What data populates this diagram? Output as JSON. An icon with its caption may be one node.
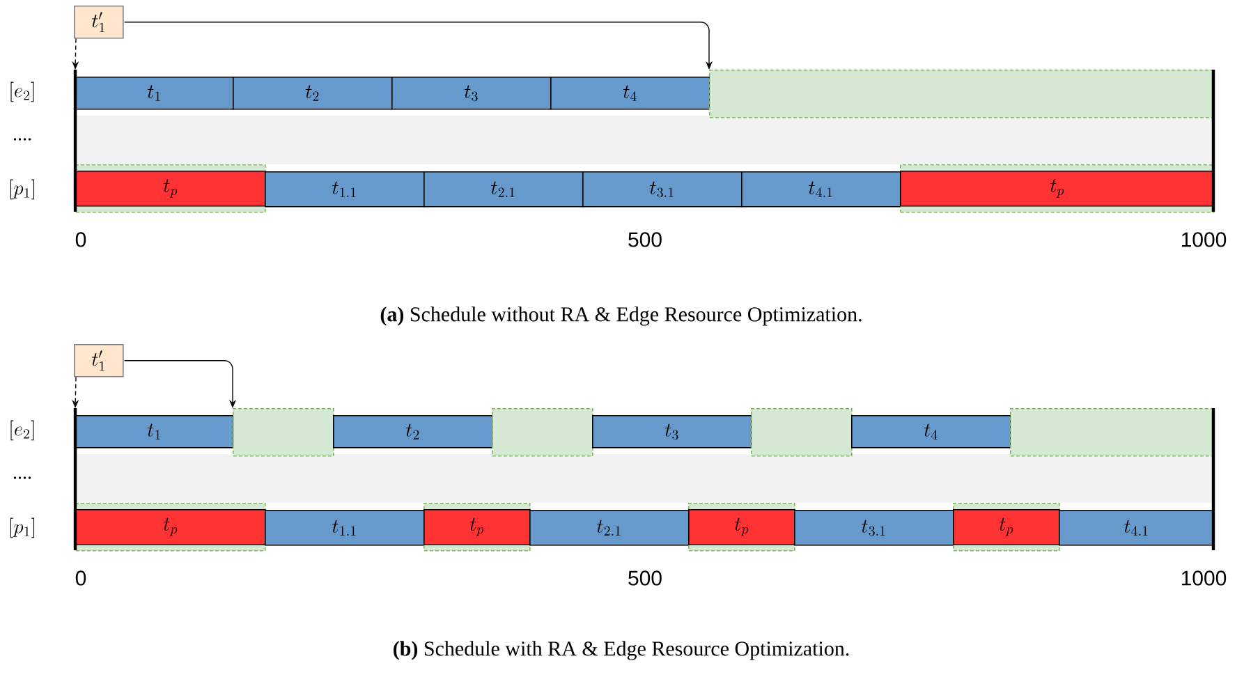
{
  "diagram": {
    "nodes": [
      {
        "text": [
          "t'_{1}"
        ]
      },
      {
        "text": [
          "t_{1}"
        ]
      },
      {
        "text": [
          "t_{2}"
        ]
      },
      {
        "text": [
          "t_{3}"
        ]
      },
      {
        "text": [
          "t_{4}"
        ]
      },
      {
        "text": [],
        "shape": "box"
      },
      {
        "text": [],
        "shape": "box"
      },
      {
        "text": [
          "t_{p}"
        ],
        "in": 6
      },
      {
        "text": [
          "t_{1.1}"
        ]
      },
      {
        "text": [
          "t_{2.1}"
        ]
      },
      {
        "text": [
          "t_{3.1}"
        ]
      },
      {
        "text": [
          "t_{4.1}"
        ]
      },
      {
        "text": [],
        "shape": "box"
      },
      {
        "text": [
          "t_{p}"
        ],
        "in": 12
      },
      {
        "text": [
          "t'_{1}"
        ]
      },
      {
        "text": [
          "t_{1}"
        ]
      },
      {
        "text": [],
        "shape": "box"
      },
      {
        "text": [
          "t_{2}"
        ]
      },
      {
        "text": [],
        "shape": "box"
      },
      {
        "text": [
          "t_{3}"
        ]
      },
      {
        "text": [],
        "shape": "box"
      },
      {
        "text": [
          "t_{4}"
        ]
      },
      {
        "text": [],
        "shape": "box"
      },
      {
        "text": [],
        "shape": "box"
      },
      {
        "text": [
          "t_{p}"
        ],
        "in": 23
      },
      {
        "text": [
          "t_{1.1}"
        ]
      },
      {
        "text": [],
        "shape": "box"
      },
      {
        "text": [
          "t_{p}"
        ],
        "in": 26
      },
      {
        "text": [
          "t_{2.1}"
        ]
      },
      {
        "text": [],
        "shape": "box"
      },
      {
        "text": [
          "t_{p}"
        ],
        "in": 29
      },
      {
        "text": [
          "t_{3.1}"
        ]
      },
      {
        "text": [],
        "shape": "box"
      },
      {
        "text": [
          "t_{p}"
        ],
        "in": 32
      },
      {
        "text": [
          "t_{4.1}"
        ]
      }
    ],
    "edges": [
      {
        "from": 0,
        "to": 1,
        "arrow": "to",
        "style": "dashed"
      },
      {
        "from": 0,
        "to": 5,
        "arrow": "to"
      },
      {
        "from": 14,
        "to": 15,
        "arrow": "to",
        "style": "dashed"
      },
      {
        "from": 14,
        "to": 16,
        "arrow": "to"
      }
    ],
    "labels": [
      "[e_{2}]",
      "....",
      "[p_{1}]",
      "0",
      "500",
      "1000",
      "**(a)** Schedule without RA & Edge Resource Optimization.",
      "[e_{2}]",
      "....",
      "[p_{1}]",
      "0",
      "500",
      "1000",
      "**(b)** Schedule with RA & Edge Resource Optimization."
    ]
  }
}
